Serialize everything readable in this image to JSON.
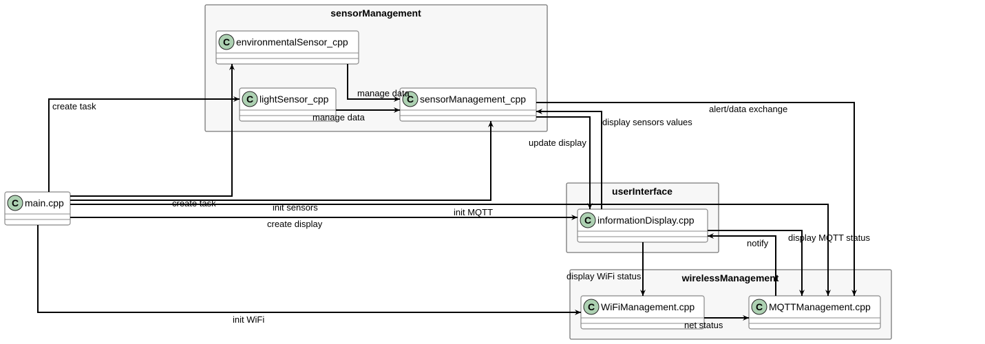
{
  "packages": {
    "sensorManagement": {
      "title": "sensorManagement"
    },
    "userInterface": {
      "title": "userInterface"
    },
    "wirelessManagement": {
      "title": "wirelessManagement"
    }
  },
  "classes": {
    "environmentalSensor": {
      "name": "environmentalSensor_cpp",
      "stereotype": "C"
    },
    "lightSensor": {
      "name": "lightSensor_cpp",
      "stereotype": "C"
    },
    "sensorManagement": {
      "name": "sensorManagement_cpp",
      "stereotype": "C"
    },
    "main": {
      "name": "main.cpp",
      "stereotype": "C"
    },
    "informationDisplay": {
      "name": "informationDisplay.cpp",
      "stereotype": "C"
    },
    "wifiManagement": {
      "name": "WiFiManagement.cpp",
      "stereotype": "C"
    },
    "mqttManagement": {
      "name": "MQTTManagement.cpp",
      "stereotype": "C"
    }
  },
  "relations": {
    "main_light_create_task": "create task",
    "main_env_create_task": "create task",
    "main_sensors_init": "init sensors",
    "main_mqtt_init": "init MQTT",
    "main_display_create": "create display",
    "main_wifi_init": "init WiFi",
    "env_sensor_manage": "manage data",
    "light_sensor_manage": "manage data",
    "sensor_mqtt_alert": "alert/data exchange",
    "sensor_display_update": "update display",
    "display_sensor_values": "display sensors values",
    "display_mqtt_status": "display MQTT status",
    "mqtt_display_notify": "notify",
    "display_wifi_status": "display WiFi status",
    "wifi_mqtt_net": "net status"
  },
  "colors": {
    "package_fill": "#f7f7f7",
    "class_badge": "#add1b2",
    "edge": "#000000"
  }
}
